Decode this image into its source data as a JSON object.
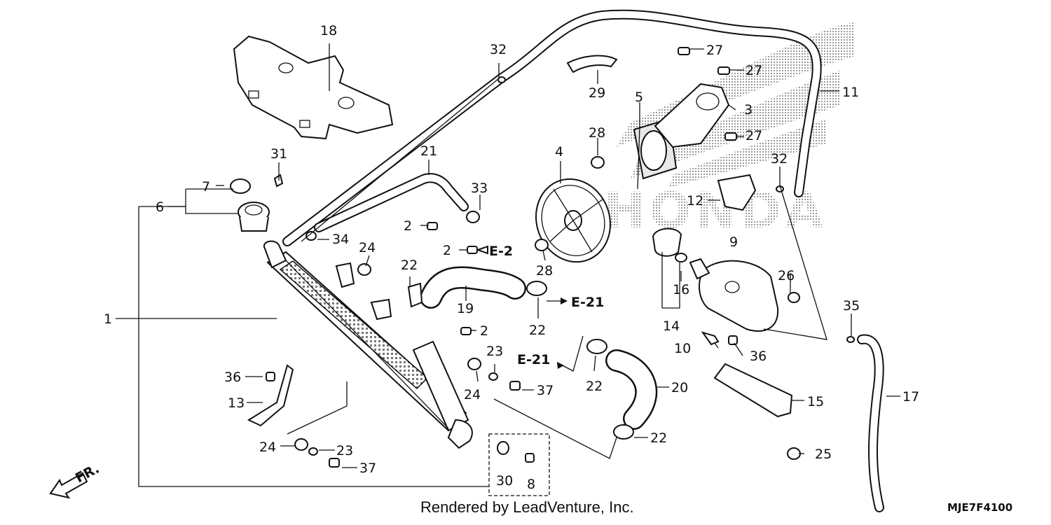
{
  "diagram": {
    "labels": [
      {
        "num": "1"
      },
      {
        "num": "2"
      },
      {
        "num": "2"
      },
      {
        "num": "2"
      },
      {
        "num": "3"
      },
      {
        "num": "4"
      },
      {
        "num": "5"
      },
      {
        "num": "6"
      },
      {
        "num": "7"
      },
      {
        "num": "8"
      },
      {
        "num": "9"
      },
      {
        "num": "10"
      },
      {
        "num": "11"
      },
      {
        "num": "12"
      },
      {
        "num": "13"
      },
      {
        "num": "14"
      },
      {
        "num": "15"
      },
      {
        "num": "16"
      },
      {
        "num": "17"
      },
      {
        "num": "18"
      },
      {
        "num": "19"
      },
      {
        "num": "20"
      },
      {
        "num": "21"
      },
      {
        "num": "22"
      },
      {
        "num": "22"
      },
      {
        "num": "22"
      },
      {
        "num": "22"
      },
      {
        "num": "23"
      },
      {
        "num": "23"
      },
      {
        "num": "24"
      },
      {
        "num": "24"
      },
      {
        "num": "24"
      },
      {
        "num": "25"
      },
      {
        "num": "26"
      },
      {
        "num": "27"
      },
      {
        "num": "27"
      },
      {
        "num": "27"
      },
      {
        "num": "28"
      },
      {
        "num": "28"
      },
      {
        "num": "29"
      },
      {
        "num": "30"
      },
      {
        "num": "31"
      },
      {
        "num": "32"
      },
      {
        "num": "32"
      },
      {
        "num": "33"
      },
      {
        "num": "34"
      },
      {
        "num": "35"
      },
      {
        "num": "36"
      },
      {
        "num": "36"
      },
      {
        "num": "37"
      },
      {
        "num": "37"
      }
    ],
    "refs": [
      {
        "text": "E-2"
      },
      {
        "text": "E-21"
      },
      {
        "text": "E-21"
      }
    ],
    "front_label": "FR.",
    "watermark": "HONDA",
    "footer": "Rendered by LeadVenture, Inc.",
    "diagram_code": "MJE7F4100"
  }
}
